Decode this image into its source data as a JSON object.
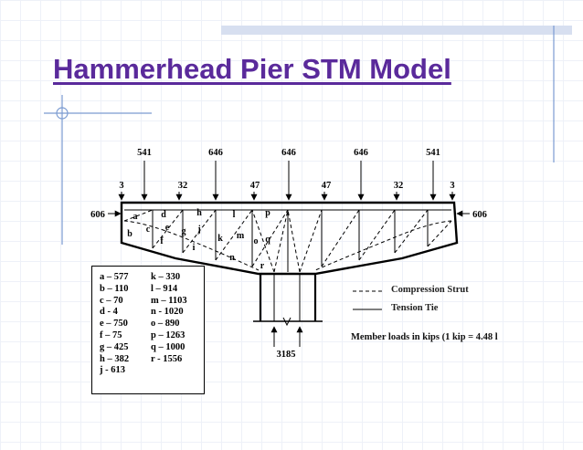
{
  "slide": {
    "title": "Hammerhead Pier STM Model"
  },
  "diagram": {
    "top_loads": [
      "541",
      "646",
      "646",
      "646",
      "541"
    ],
    "top_small_loads": [
      "3",
      "32",
      "47",
      "47",
      "32",
      "3"
    ],
    "side_loads": {
      "left": "606",
      "right": "606"
    },
    "base_load": "3185",
    "member_labels": [
      "a",
      "b",
      "c",
      "d",
      "e",
      "f",
      "g",
      "h",
      "i",
      "j",
      "k",
      "l",
      "m",
      "n",
      "o",
      "p",
      "q",
      "r"
    ]
  },
  "member_table": {
    "col1": [
      "a – 577",
      "b – 110",
      "c – 70",
      "d - 4",
      "e – 750",
      "f – 75",
      "g – 425",
      "h – 382",
      "j - 613"
    ],
    "col2": [
      "k – 330",
      "l – 914",
      "m – 1103",
      "n - 1020",
      "o – 890",
      "p – 1263",
      "q – 1000",
      "r - 1556"
    ]
  },
  "key": {
    "compression": "Compression Strut",
    "tension": "Tension Tie",
    "note": "Member loads in kips  (1 kip = 4.48 l"
  },
  "colors": {
    "title": "#5a2a9b",
    "accent_bar": "#d7dff0",
    "deco_line": "#7b9bd1",
    "ink": "#000000"
  }
}
